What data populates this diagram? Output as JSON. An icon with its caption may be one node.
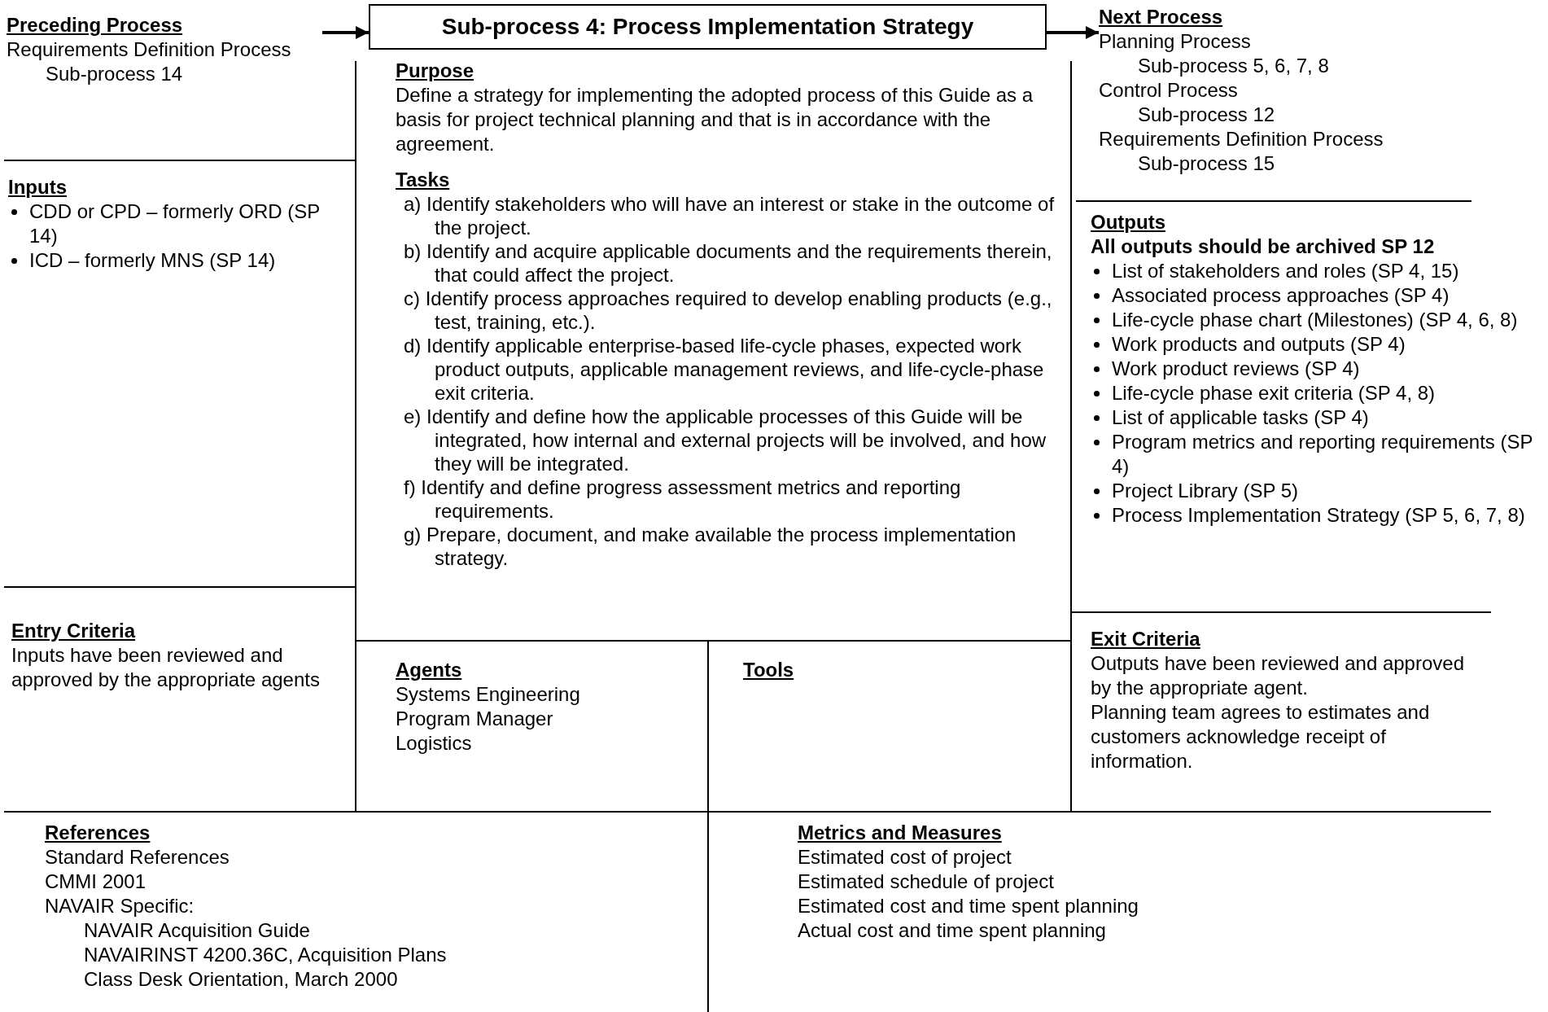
{
  "diagram": {
    "nodes": [
      {
        "text": [
          "Preceding Process",
          "Requirements Definition Process",
          "Sub-process 14"
        ]
      },
      {
        "text": [
          "Sub-process 4: Process Implementation Strategy"
        ]
      },
      {
        "text": [
          "Next Process",
          "Planning Process",
          "Sub-process 5, 6, 7, 8",
          "Control Process",
          "Sub-process 12",
          "Requirements Definition Process",
          "Sub-process 15"
        ]
      },
      {
        "text": [
          "Inputs",
          "CDD or CPD – formerly ORD (SP 14)",
          "ICD – formerly MNS (SP 14)"
        ]
      },
      {
        "text": [
          "Purpose",
          "Define a strategy for implementing the adopted process of this Guide as a basis for project technical planning and that is in accordance with the agreement."
        ]
      },
      {
        "text": [
          "Tasks",
          "a) Identify stakeholders who will have an interest or stake in the outcome of the project.",
          "b) Identify and acquire applicable documents and the requirements therein, that could affect the project.",
          "c) Identify process approaches required to develop enabling products (e.g., test, training, etc.).",
          "d) Identify applicable enterprise-based life-cycle phases, expected work product outputs, applicable management reviews, and life-cycle-phase exit criteria.",
          "e) Identify and define how the applicable processes of this Guide will be integrated, how internal and external projects will be involved, and how they will be integrated.",
          "f) Identify and define progress assessment metrics and reporting requirements.",
          "g) Prepare, document, and make available the process implementation strategy."
        ]
      },
      {
        "text": [
          "Outputs",
          "All outputs should be archived SP 12",
          "List of stakeholders and roles (SP 4, 15)",
          "Associated process approaches (SP 4)",
          "Life-cycle phase chart (Milestones) (SP 4, 6, 8)",
          "Work products and outputs (SP 4)",
          "Work product reviews (SP 4)",
          "Life-cycle phase exit criteria (SP 4, 8)",
          "List of applicable tasks (SP 4)",
          "Program metrics and reporting requirements (SP 4)",
          "Project Library (SP 5)",
          "Process Implementation Strategy (SP 5, 6, 7, 8)"
        ]
      },
      {
        "text": [
          "Entry Criteria",
          "Inputs have been reviewed and approved by the appropriate agents"
        ]
      },
      {
        "text": [
          "Agents",
          "Systems Engineering",
          "Program Manager",
          "Logistics"
        ]
      },
      {
        "text": [
          "Tools"
        ]
      },
      {
        "text": [
          "Exit Criteria",
          "Outputs have been reviewed and approved by the appropriate agent.",
          "Planning team agrees to estimates and customers acknowledge receipt of information."
        ]
      },
      {
        "text": [
          "References",
          "Standard References",
          "CMMI 2001",
          "NAVAIR Specific:",
          "NAVAIR Acquisition Guide",
          "NAVAIRINST 4200.36C, Acquisition Plans",
          "Class Desk Orientation, March 2000"
        ]
      },
      {
        "text": [
          "Metrics and Measures",
          "Estimated cost of project",
          "Estimated schedule of project",
          "Estimated cost and time spent planning",
          "Actual cost and time spent planning"
        ]
      }
    ],
    "edges": [
      {
        "from": 0,
        "to": 1,
        "arrow": "to"
      },
      {
        "from": 1,
        "to": 2,
        "arrow": "to"
      }
    ]
  }
}
